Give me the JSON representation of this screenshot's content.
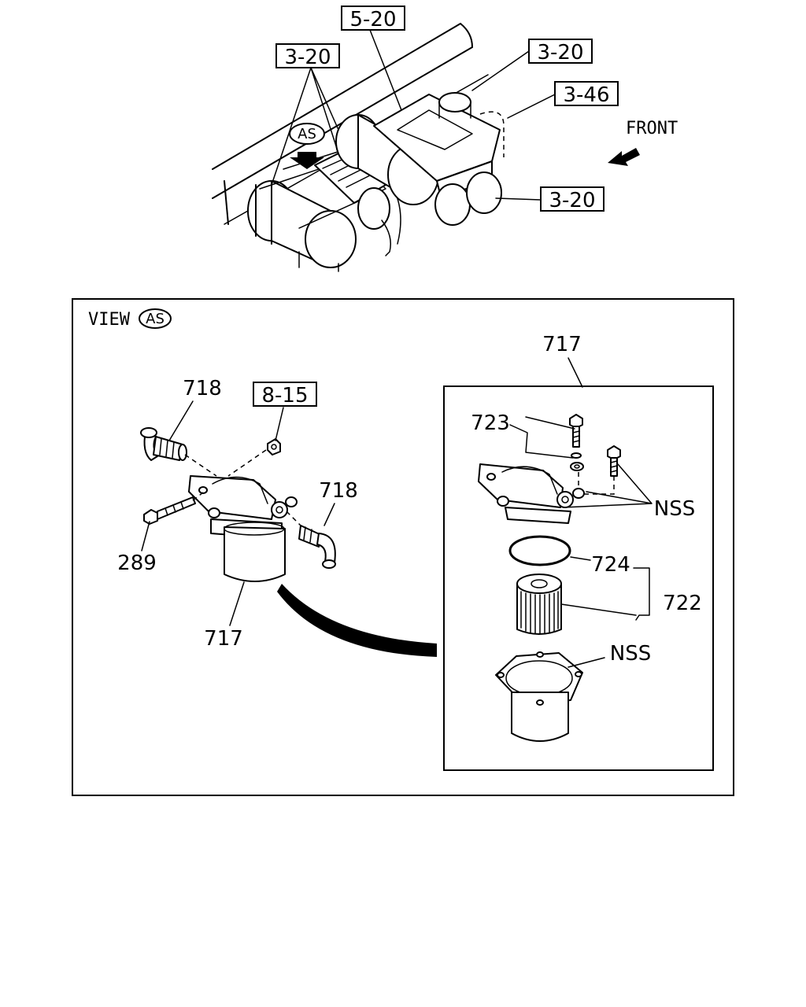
{
  "callouts": {
    "ref_5_20": "5-20",
    "ref_3_20_left": "3-20",
    "ref_3_20_right_top": "3-20",
    "ref_3_46": "3-46",
    "ref_3_20_right_bottom": "3-20",
    "ref_8_15": "8-15"
  },
  "overview": {
    "as_marker": "AS",
    "front_label": "FRONT"
  },
  "view": {
    "view_label": "VIEW",
    "view_marker": "AS"
  },
  "parts": {
    "p718_upper": "718",
    "p718_right": "718",
    "p289": "289",
    "p717_left": "717",
    "p717_detail": "717",
    "p723": "723",
    "nss_upper": "NSS",
    "p724": "724",
    "p722": "722",
    "nss_lower": "NSS"
  }
}
